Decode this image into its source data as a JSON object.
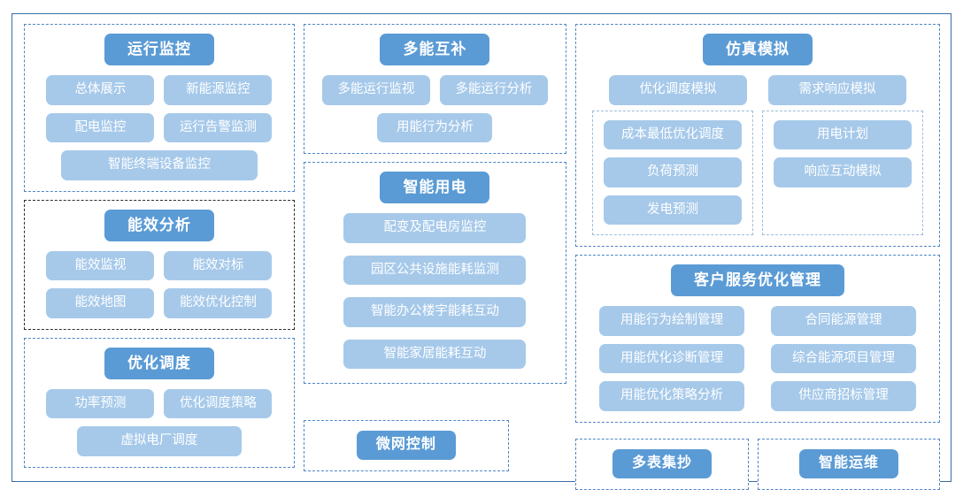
{
  "colors": {
    "frame_border": "#3a6ea5",
    "section_border": "#4f86c6",
    "section_border_dark": "#2d2d2d",
    "subbox_border": "#9dbbdc",
    "title_chip": "#5b9bd5",
    "pill": "#a6c9ea",
    "text_on_chip": "#ffffff",
    "background": "#ffffff"
  },
  "sections": {
    "operation_monitoring": {
      "title": "运行监控",
      "items": [
        "总体展示",
        "新能源监控",
        "配电监控",
        "运行告警监测",
        "智能终端设备监控"
      ]
    },
    "efficiency_analysis": {
      "title": "能效分析",
      "items": [
        "能效监视",
        "能效对标",
        "能效地图",
        "能效优化控制"
      ]
    },
    "optimized_dispatch": {
      "title": "优化调度",
      "items": [
        "功率预测",
        "优化调度策略",
        "虚拟电厂调度"
      ]
    },
    "multi_energy": {
      "title": "多能互补",
      "items": [
        "多能运行监视",
        "多能运行分析",
        "用能行为分析"
      ]
    },
    "smart_electricity": {
      "title": "智能用电",
      "items": [
        "配变及配电房监控",
        "园区公共设施能耗监测",
        "智能办公楼宇能耗互动",
        "智能家居能耗互动"
      ]
    },
    "simulation": {
      "title": "仿真模拟",
      "top_items": [
        "优化调度模拟",
        "需求响应模拟"
      ],
      "cost_group": {
        "items": [
          "成本最低优化调度",
          "负荷预测",
          "发电预测"
        ]
      },
      "demand_group": {
        "items": [
          "用电计划",
          "响应互动模拟"
        ]
      }
    },
    "customer_service": {
      "title": "客户服务优化管理",
      "left_items": [
        "用能行为绘制管理",
        "用能优化诊断管理",
        "用能优化策略分析"
      ],
      "right_items": [
        "合同能源管理",
        "综合能源项目管理",
        "供应商招标管理"
      ]
    },
    "microgrid_control": {
      "title": "微网控制"
    },
    "multi_meter_reading": {
      "title": "多表集抄"
    },
    "smart_operations": {
      "title": "智能运维"
    }
  }
}
